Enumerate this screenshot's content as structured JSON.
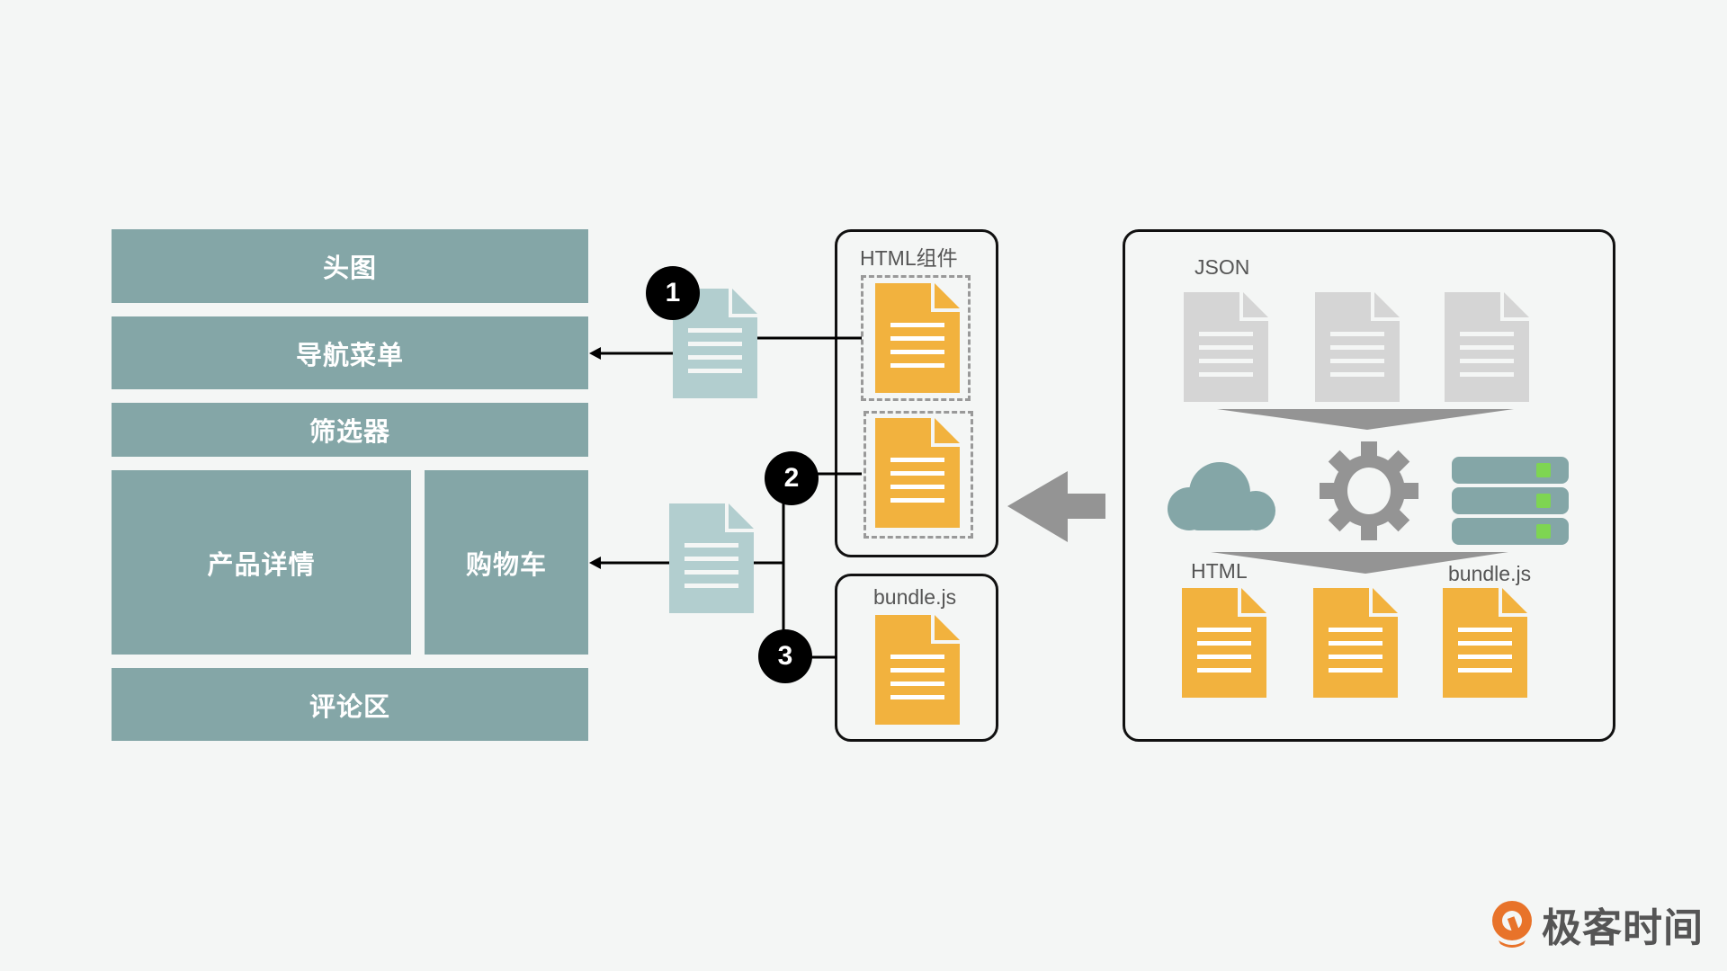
{
  "page_layout": {
    "blocks": {
      "header_image": "头图",
      "nav_menu": "导航菜单",
      "filter": "筛选器",
      "product_detail": "产品详情",
      "cart": "购物车",
      "comments": "评论区"
    }
  },
  "steps": {
    "one": "1",
    "two": "2",
    "three": "3"
  },
  "html_components_box": {
    "title": "HTML组件"
  },
  "bundle_box": {
    "title": "bundle.js"
  },
  "build_box": {
    "json_label": "JSON",
    "html_label": "HTML",
    "bundle_label": "bundle.js"
  },
  "colors": {
    "block": "#84a6a7",
    "light_doc": "#b2cecf",
    "orange_doc": "#f2b23e",
    "gray_doc": "#d5d5d5",
    "arrow_gray": "#949494",
    "server_led": "#7ed552"
  },
  "brand": {
    "name": "极客时间"
  }
}
